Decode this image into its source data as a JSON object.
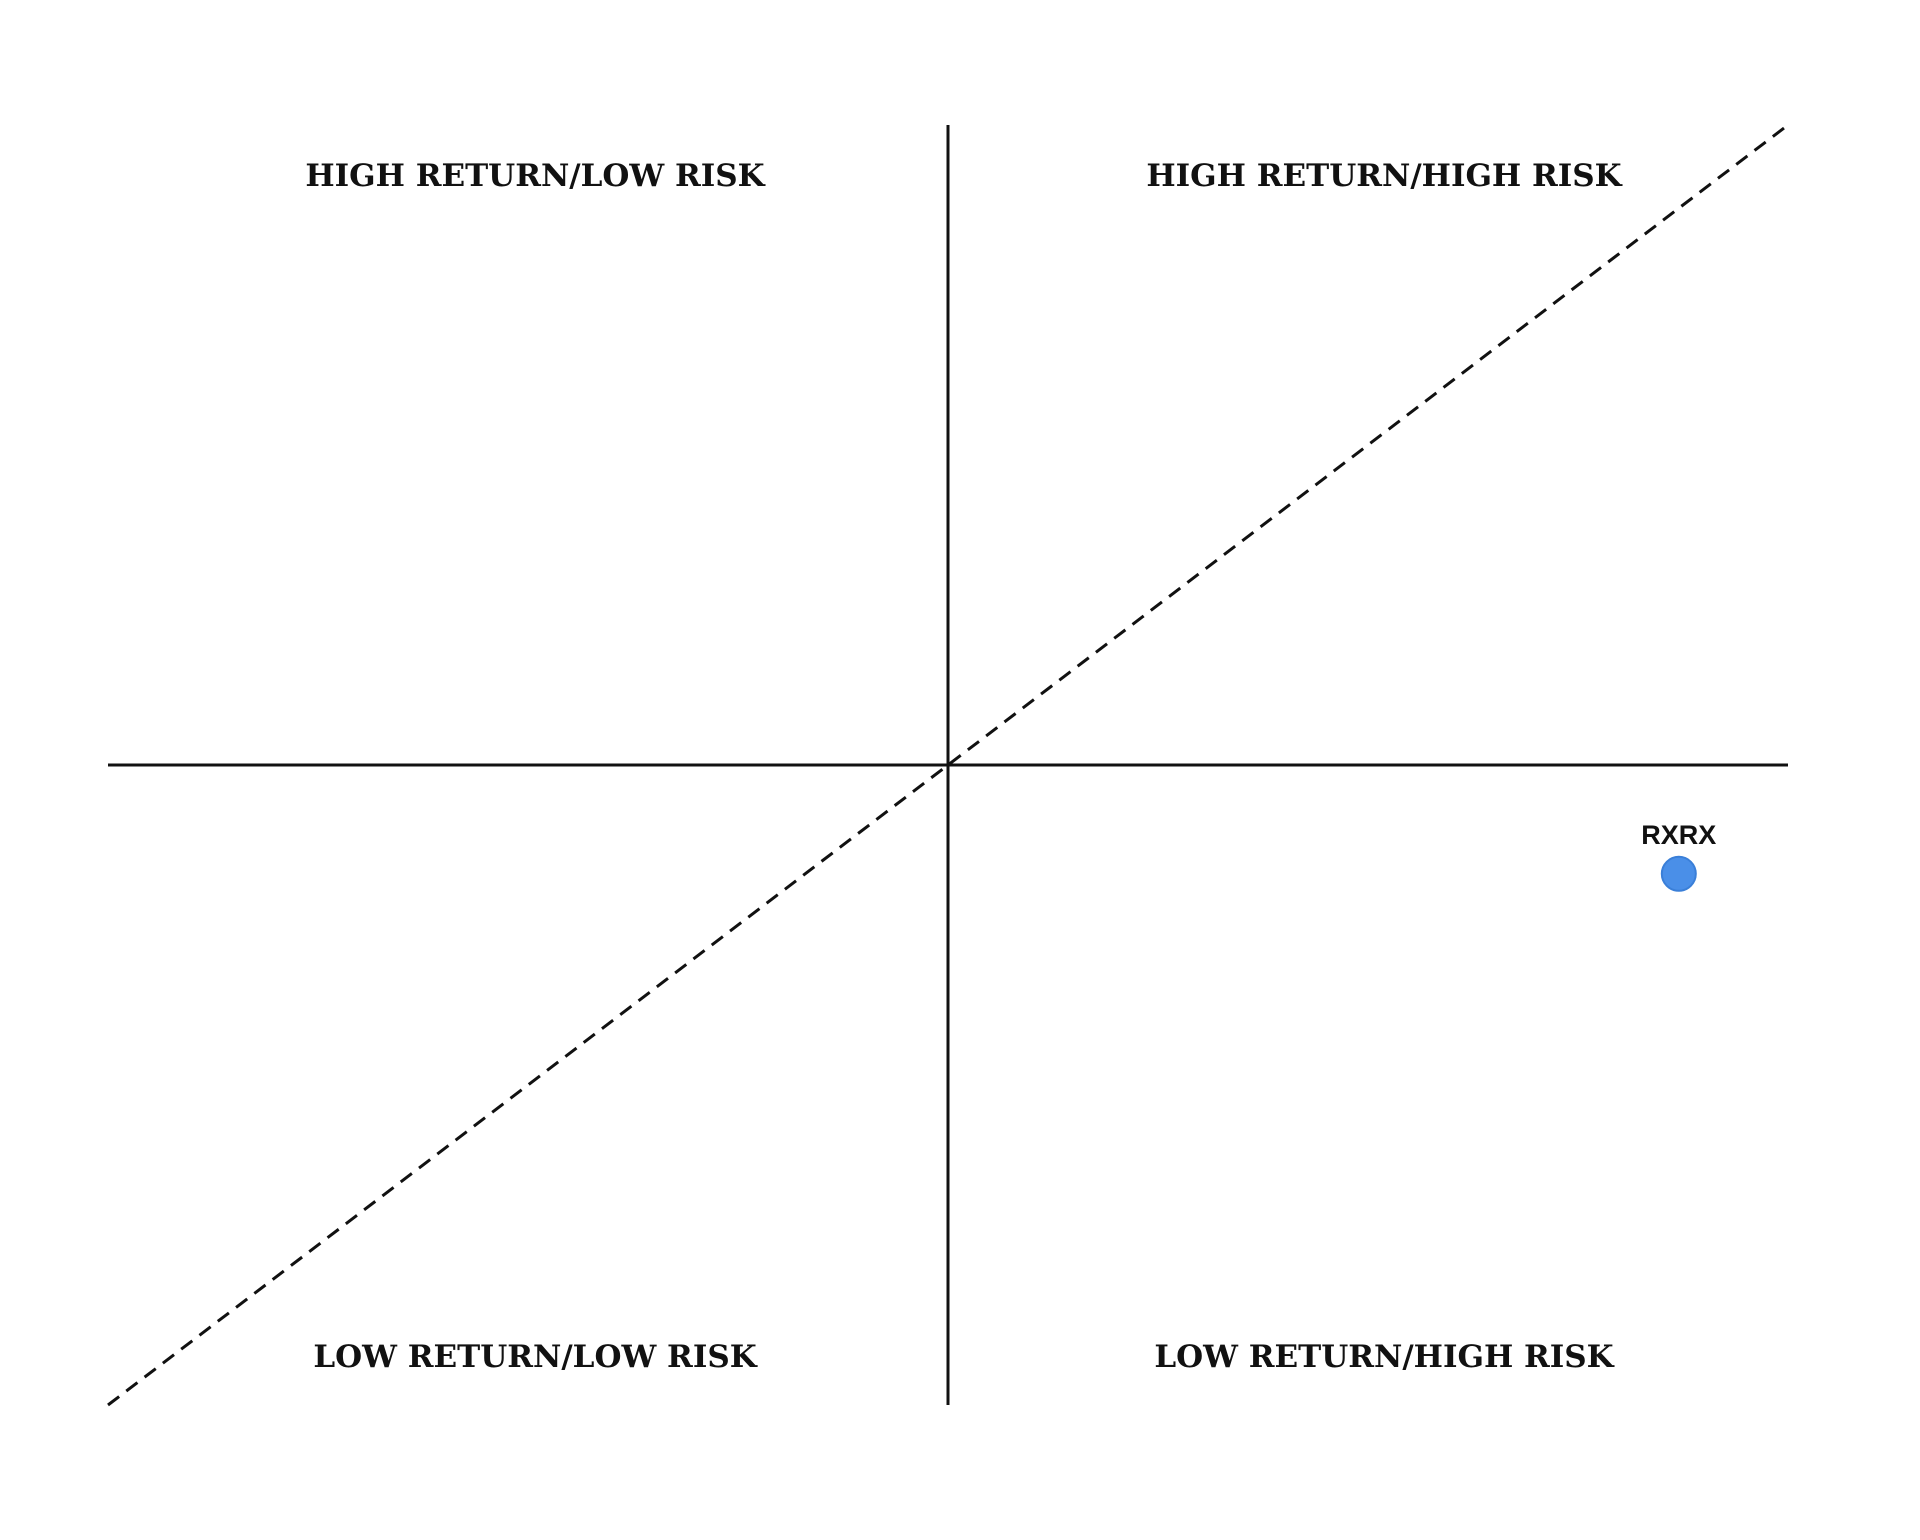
{
  "chart_data": {
    "type": "scatter",
    "title": "",
    "xlabel": "",
    "ylabel": "",
    "xlim": [
      -1,
      1
    ],
    "ylim": [
      -1,
      1
    ],
    "grid": false,
    "quadrant_labels": {
      "top_left": "HIGH RETURN/LOW RISK",
      "top_right": "HIGH RETURN/HIGH RISK",
      "bottom_left": "LOW RETURN/LOW RISK",
      "bottom_right": "LOW RETURN/HIGH RISK"
    },
    "reference_line": {
      "style": "dashed",
      "from": [
        -1,
        -1
      ],
      "to": [
        1,
        1
      ]
    },
    "points": [
      {
        "label": "RXRX",
        "x": 0.87,
        "y": -0.17,
        "color": "#4a8fe8"
      }
    ]
  }
}
